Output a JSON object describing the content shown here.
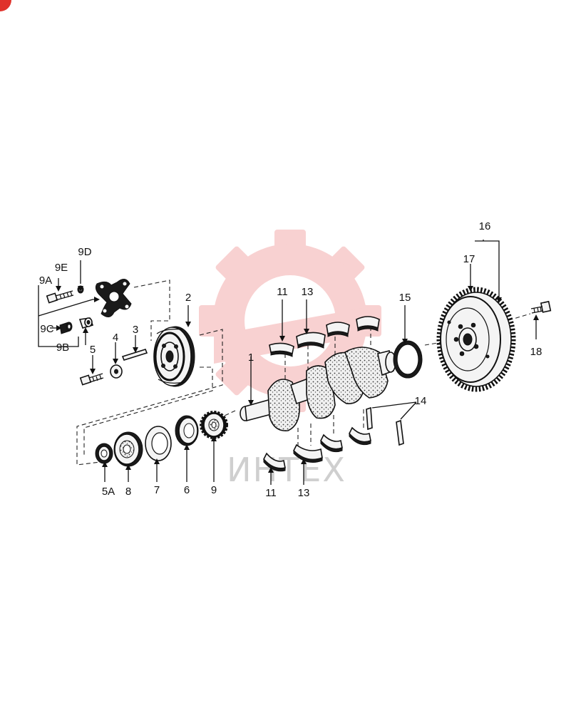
{
  "watermark": {
    "text": "ИНТЕХ",
    "gear_color": "#f7c9c9",
    "text_color": "#cfcfcf"
  },
  "corner_badge_color": "#e0322b",
  "callouts": {
    "crankshaft": "1",
    "pulley": "2",
    "key": "3",
    "washer": "4",
    "pulley_bolt": "5",
    "front_seal": "5A",
    "oil_slinger": "6",
    "spacer": "7",
    "front_cover_seal": "8",
    "timing_gear": "9",
    "hub_bolt": "9A",
    "hub_nut": "9B",
    "hub_spacer": "9C",
    "hub_washer": "9D",
    "hub_lockwasher": "9E",
    "upper_main_bearing": "11",
    "lower_main_bearing": "11",
    "upper_thrust_bearing": "13",
    "lower_thrust_bearing": "13",
    "dowels": "14",
    "rear_seal": "15",
    "flywheel_assembly": "16",
    "ring_gear": "17",
    "flywheel_bolt": "18"
  }
}
